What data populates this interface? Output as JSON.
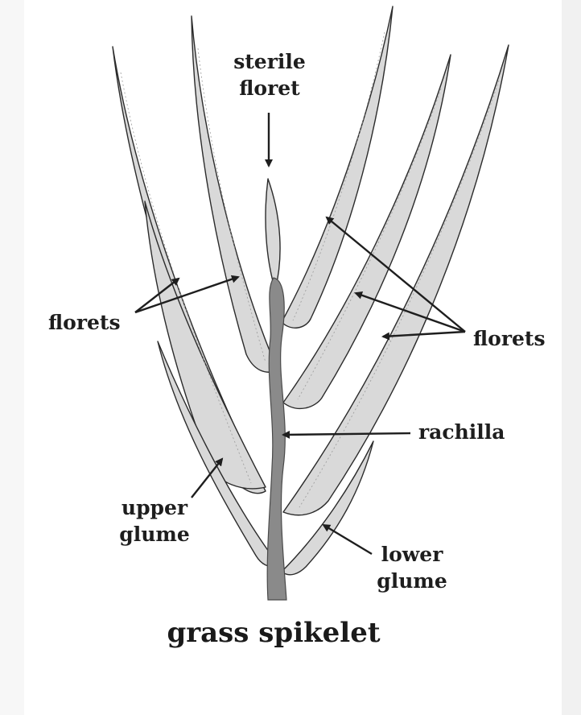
{
  "diagram": {
    "caption": "grass spikelet",
    "labels": {
      "sterile_floret_line1": "sterile",
      "sterile_floret_line2": "floret",
      "florets_left": "florets",
      "florets_right": "florets",
      "rachilla": "rachilla",
      "upper_glume_line1": "upper",
      "upper_glume_line2": "glume",
      "lower_glume_line1": "lower",
      "lower_glume_line2": "glume"
    },
    "colors": {
      "petal_fill": "#d9d9d9",
      "rachilla_fill": "#8a8a8a",
      "stroke": "#2b2b2b"
    }
  }
}
